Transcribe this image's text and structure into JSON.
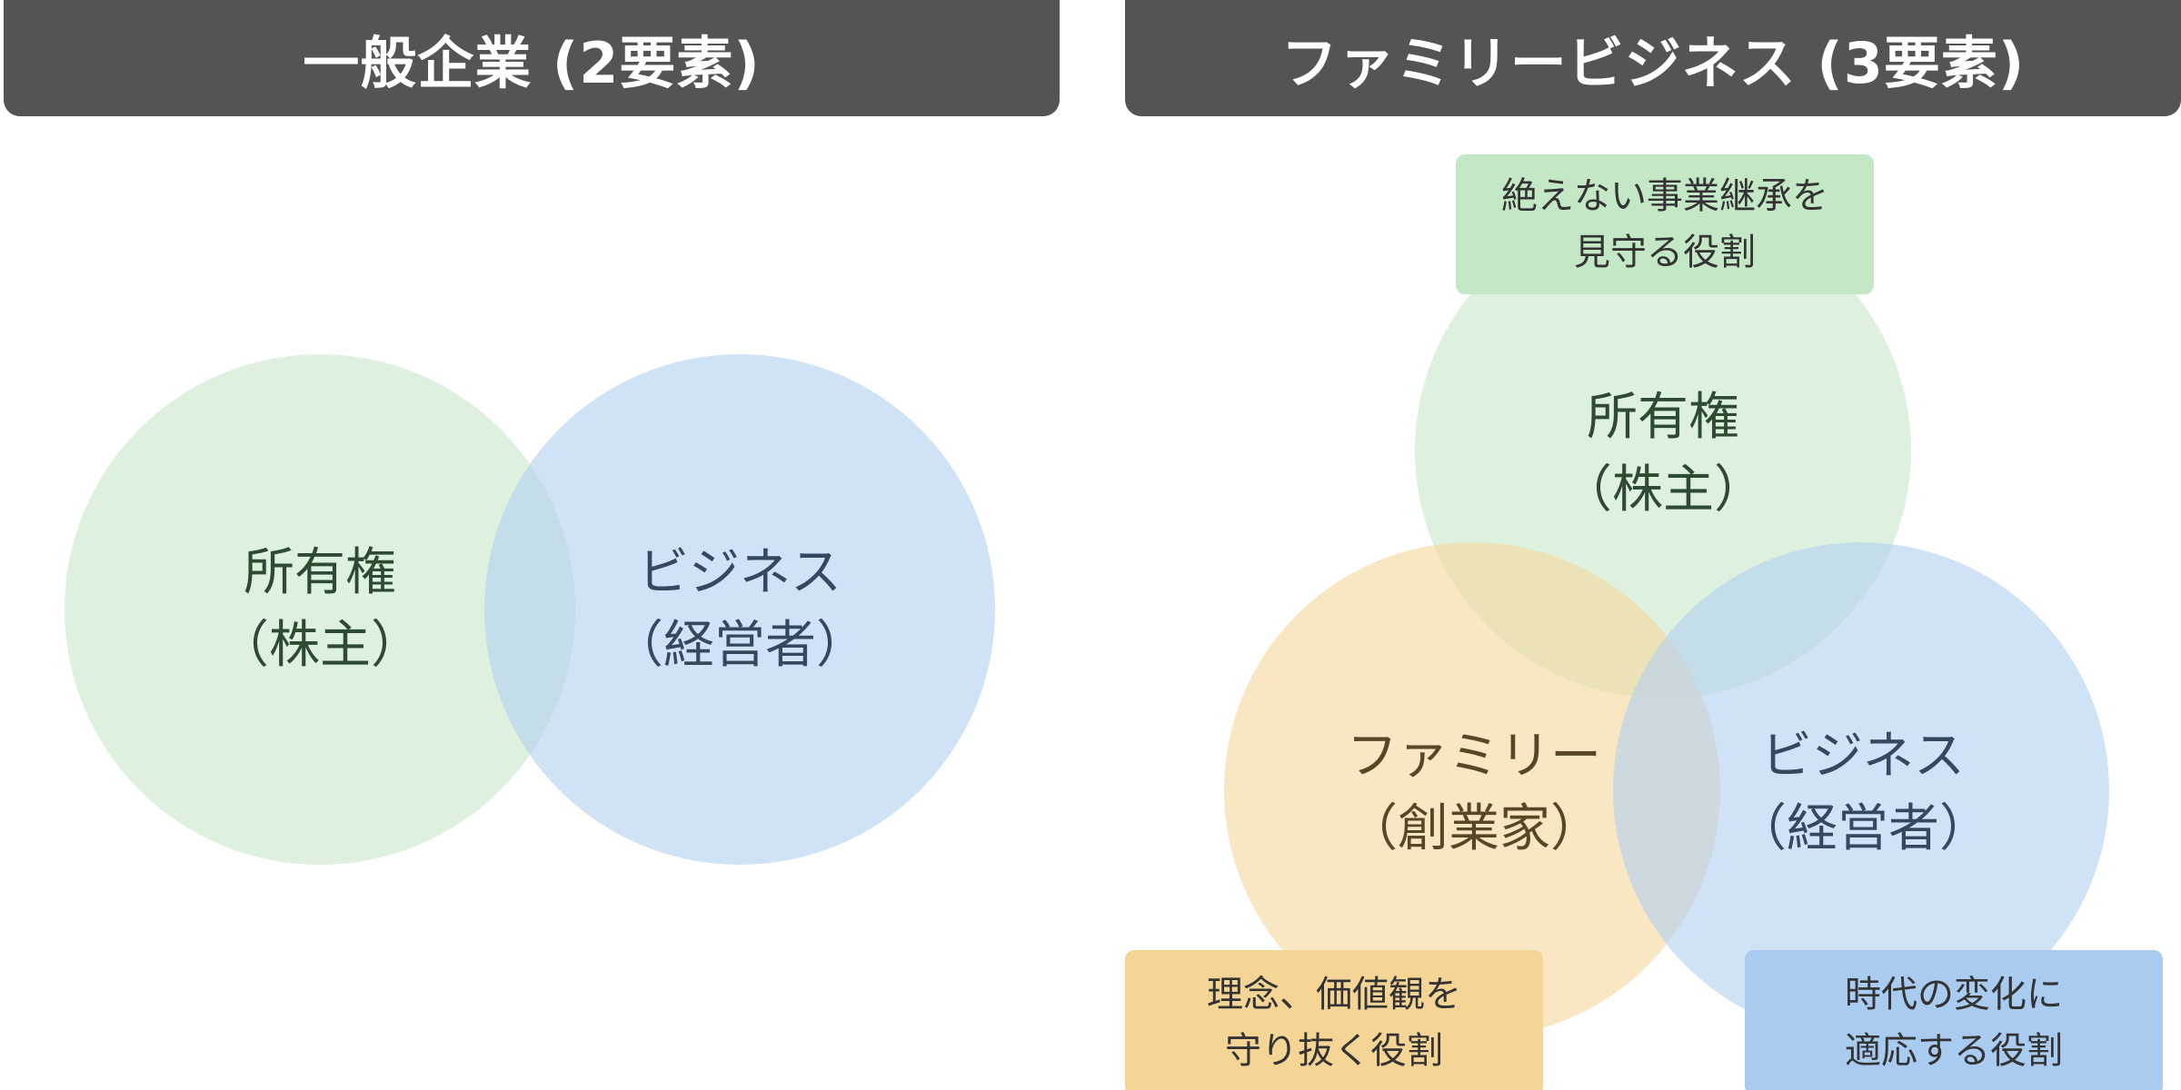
{
  "left_panel": {
    "title": "一般企業 (2要素)",
    "ownership": {
      "line1": "所有権",
      "line2": "（株主）"
    },
    "business": {
      "line1": "ビジネス",
      "line2": "（経営者）"
    }
  },
  "right_panel": {
    "title": "ファミリービジネス (3要素)",
    "ownership": {
      "line1": "所有権",
      "line2": "（株主）"
    },
    "family": {
      "line1": "ファミリー",
      "line2": "（創業家）"
    },
    "business": {
      "line1": "ビジネス",
      "line2": "（経営者）"
    },
    "notes": {
      "ownership": {
        "line1": "絶えない事業継承を",
        "line2": "見守る役割"
      },
      "family": {
        "line1": "理念、価値観を",
        "line2": "守り抜く役割"
      },
      "business": {
        "line1": "時代の変化に",
        "line2": "適応する役割"
      }
    }
  },
  "colors": {
    "header_bg": "#545454",
    "ownership_circle": "#c9e8cb",
    "business_circle": "#b3d1f1",
    "family_circle": "#f5d89e"
  }
}
